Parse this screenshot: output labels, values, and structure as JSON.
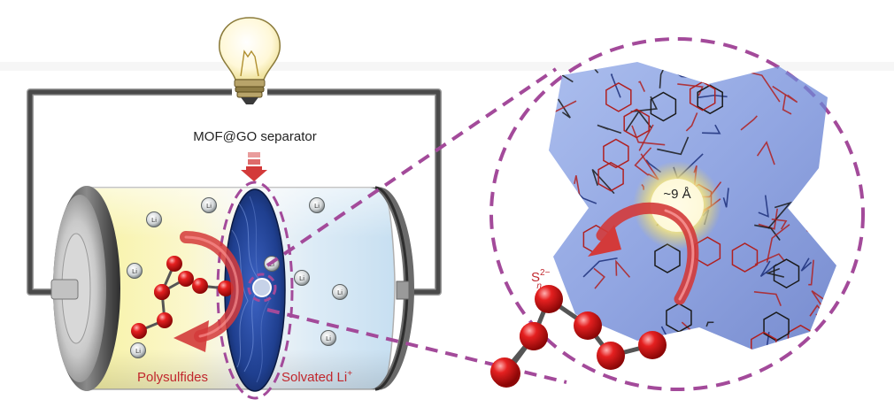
{
  "labels": {
    "separator": "MOF@GO separator",
    "pore_size": "~9 Å",
    "polysulfides": "Polysulfides",
    "solvated_li": "Solvated Li",
    "solvated_li_sup": "+",
    "sn_base": "S",
    "sn_sup": "2−",
    "sn_sub": "n",
    "li_ion": "Li",
    "li_ion_sup": "+"
  },
  "colors": {
    "polysulfide_label": "#c1272d",
    "arrow_red": "#d33a3a",
    "dashed_magenta": "#a34a9a",
    "separator_blue": "#1f3f8f",
    "sulfur_atom": "#d01818",
    "bond": "#555555",
    "circuit_wire": "#4a4a4a",
    "electrolyte_left": "#f5ef9a",
    "electrolyte_right": "#cfe3f3",
    "pore_glow": "#f3e070"
  },
  "icons": {
    "bulb": "light-bulb-icon",
    "arrow_down": "down-arrow-icon",
    "li_ion": "lithium-ion-icon"
  }
}
